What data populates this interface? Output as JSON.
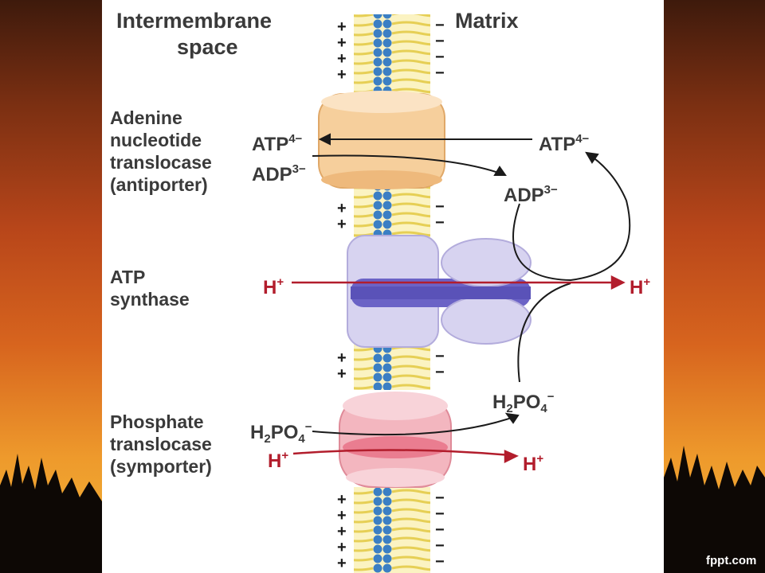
{
  "labels": {
    "intermembrane": [
      "Intermembrane",
      "space"
    ],
    "matrix": "Matrix",
    "antiporter": [
      "Adenine",
      "nucleotide",
      "translocase",
      "(antiporter)"
    ],
    "synthase": [
      "ATP",
      "synthase"
    ],
    "symporter": [
      "Phosphate",
      "translocase",
      "(symporter)"
    ]
  },
  "molecules": {
    "atp_left": {
      "base": "ATP",
      "sup": "4−"
    },
    "adp_left": {
      "base": "ADP",
      "sup": "3−"
    },
    "atp_right": {
      "base": "ATP",
      "sup": "4−"
    },
    "adp_right": {
      "base": "ADP",
      "sup": "3−"
    },
    "h_left": {
      "base": "H",
      "sup": "+"
    },
    "h_right": {
      "base": "H",
      "sup": "+"
    },
    "pi_left": {
      "pre": "H",
      "sub1": "2",
      "mid": "PO",
      "sub2": "4",
      "sup": "−"
    },
    "pi_right": {
      "pre": "H",
      "sub1": "2",
      "mid": "PO",
      "sub2": "4",
      "sup": "−"
    },
    "h_sym_left": {
      "base": "H",
      "sup": "+"
    },
    "h_sym_right": {
      "base": "H",
      "sup": "+"
    }
  },
  "charges": {
    "positive": "+",
    "negative": "−"
  },
  "watermark": "fppt.com",
  "colors": {
    "proton": "#b21d2c",
    "antiporter": "#f6cf9c",
    "synthase": "#c9c3ea",
    "symporter": "#f3b6bf",
    "lipid_head": "#3b7fc4",
    "lipid_tail": "#f2e27a"
  }
}
